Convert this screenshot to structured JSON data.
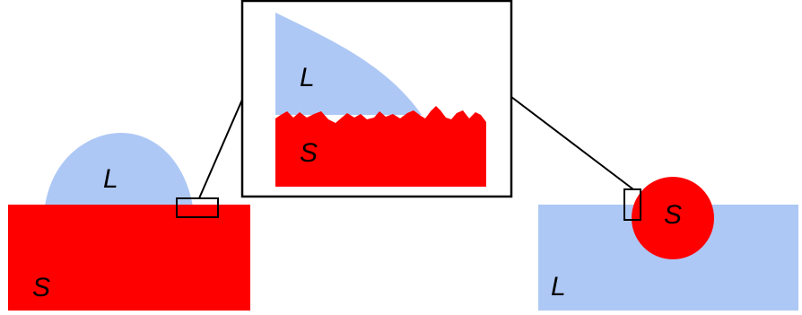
{
  "colors": {
    "liquid": "#aec8f5",
    "solid": "#ff0000",
    "outline": "#000000",
    "background": "#ffffff"
  },
  "labels": {
    "left_liquid": "L",
    "left_solid": "S",
    "inset_liquid": "L",
    "inset_solid": "S",
    "right_solid": "S",
    "right_liquid": "L"
  }
}
